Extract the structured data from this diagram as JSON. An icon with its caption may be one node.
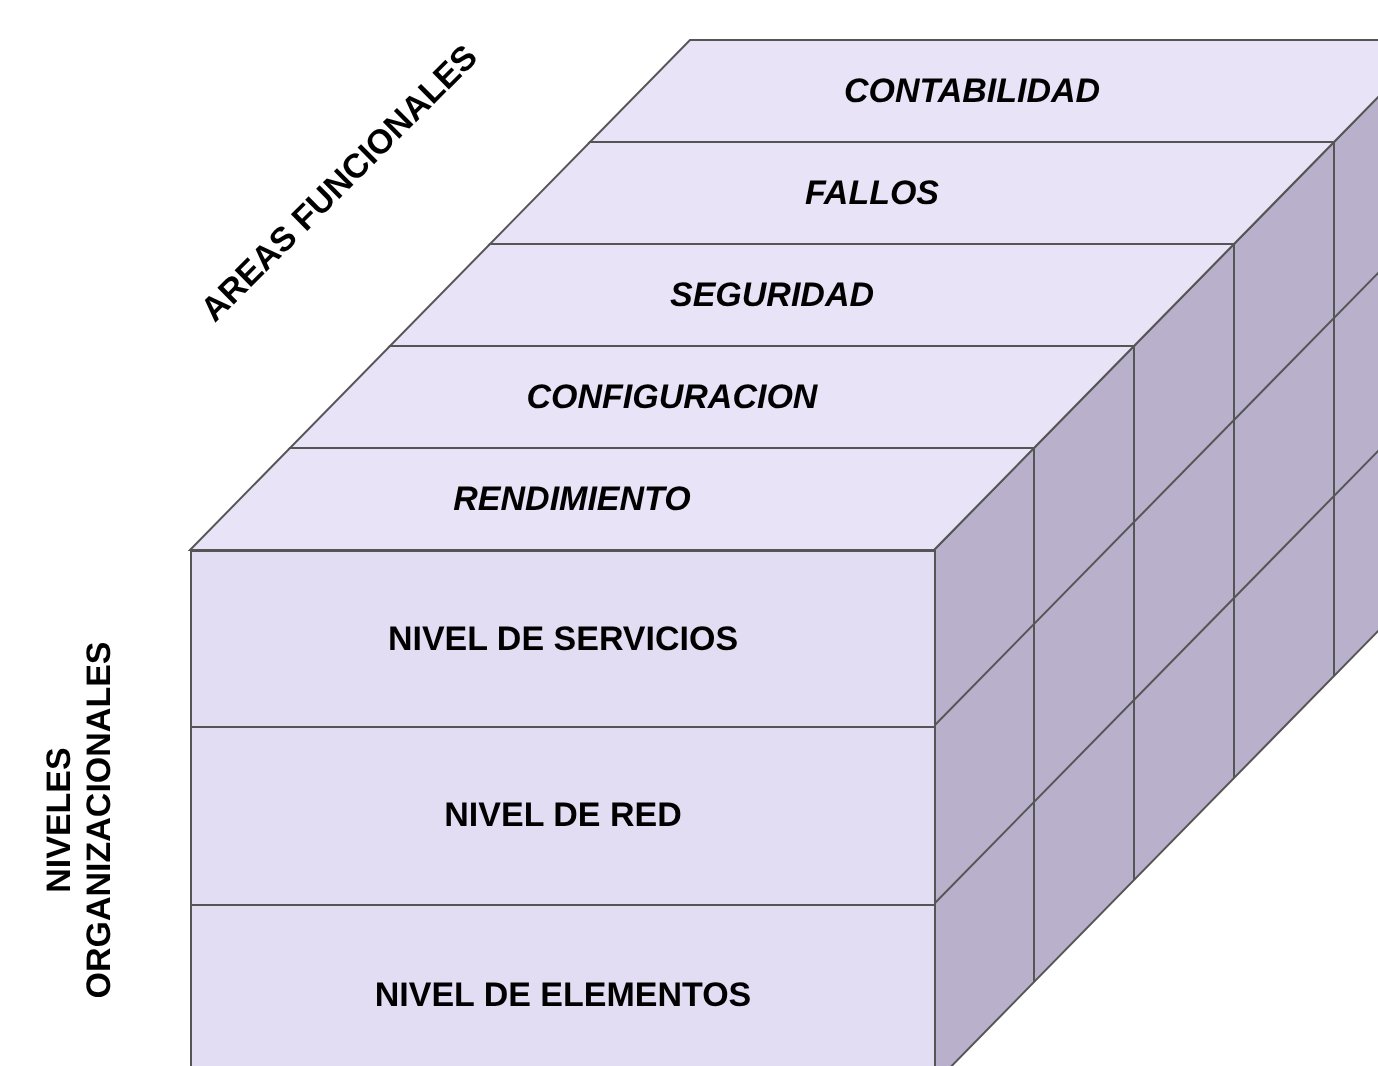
{
  "diagram": {
    "nodes": [
      {
        "text": [
          "CONTABILIDAD"
        ]
      },
      {
        "text": [
          "FALLOS"
        ]
      },
      {
        "text": [
          "SEGURIDAD"
        ]
      },
      {
        "text": [
          "CONFIGURACION"
        ]
      },
      {
        "text": [
          "RENDIMIENTO"
        ]
      },
      {
        "text": [
          "NIVEL DE SERVICIOS"
        ]
      },
      {
        "text": [
          "NIVEL DE RED"
        ]
      },
      {
        "text": [
          "NIVEL DE ELEMENTOS"
        ]
      }
    ],
    "labels": [
      "AREAS FUNCIONALES",
      "NIVELES ORGANIZACIONALES"
    ]
  }
}
